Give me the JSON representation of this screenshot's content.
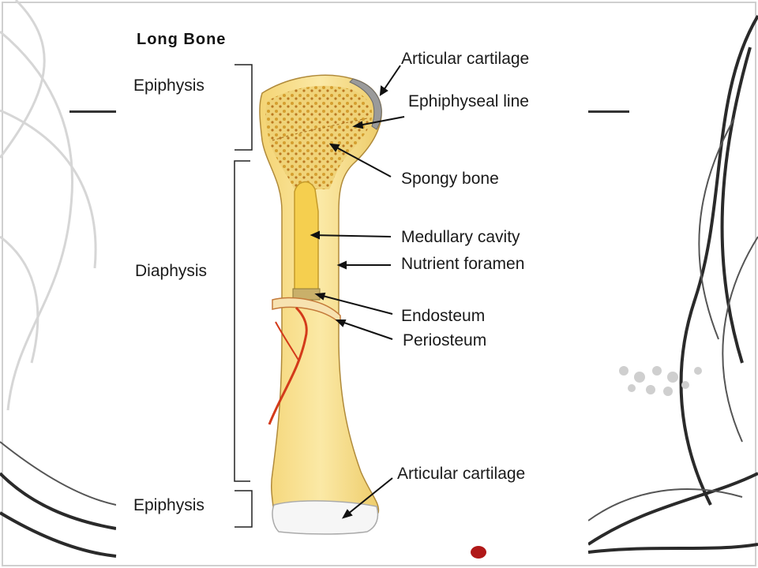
{
  "figure": {
    "title": "Long Bone",
    "regions": {
      "top_epiphysis": "Epiphysis",
      "diaphysis": "Diaphysis",
      "bottom_epiphysis": "Epiphysis"
    },
    "labels": {
      "articular_cartilage_top": "Articular cartilage",
      "epiphyseal_line": "Ephiphyseal line",
      "spongy_bone": "Spongy bone",
      "medullary_cavity": "Medullary cavity",
      "nutrient_foramen": "Nutrient foramen",
      "endosteum": "Endosteum",
      "periosteum": "Periosteum",
      "articular_cartilage_bottom": "Articular cartilage"
    }
  },
  "colors": {
    "bone": "#f6dc8a",
    "bone_shade": "#e9c25e",
    "spongy": "#d9a32a",
    "vessel": "#d33a1a",
    "cartilage": "#f4f4f4"
  }
}
